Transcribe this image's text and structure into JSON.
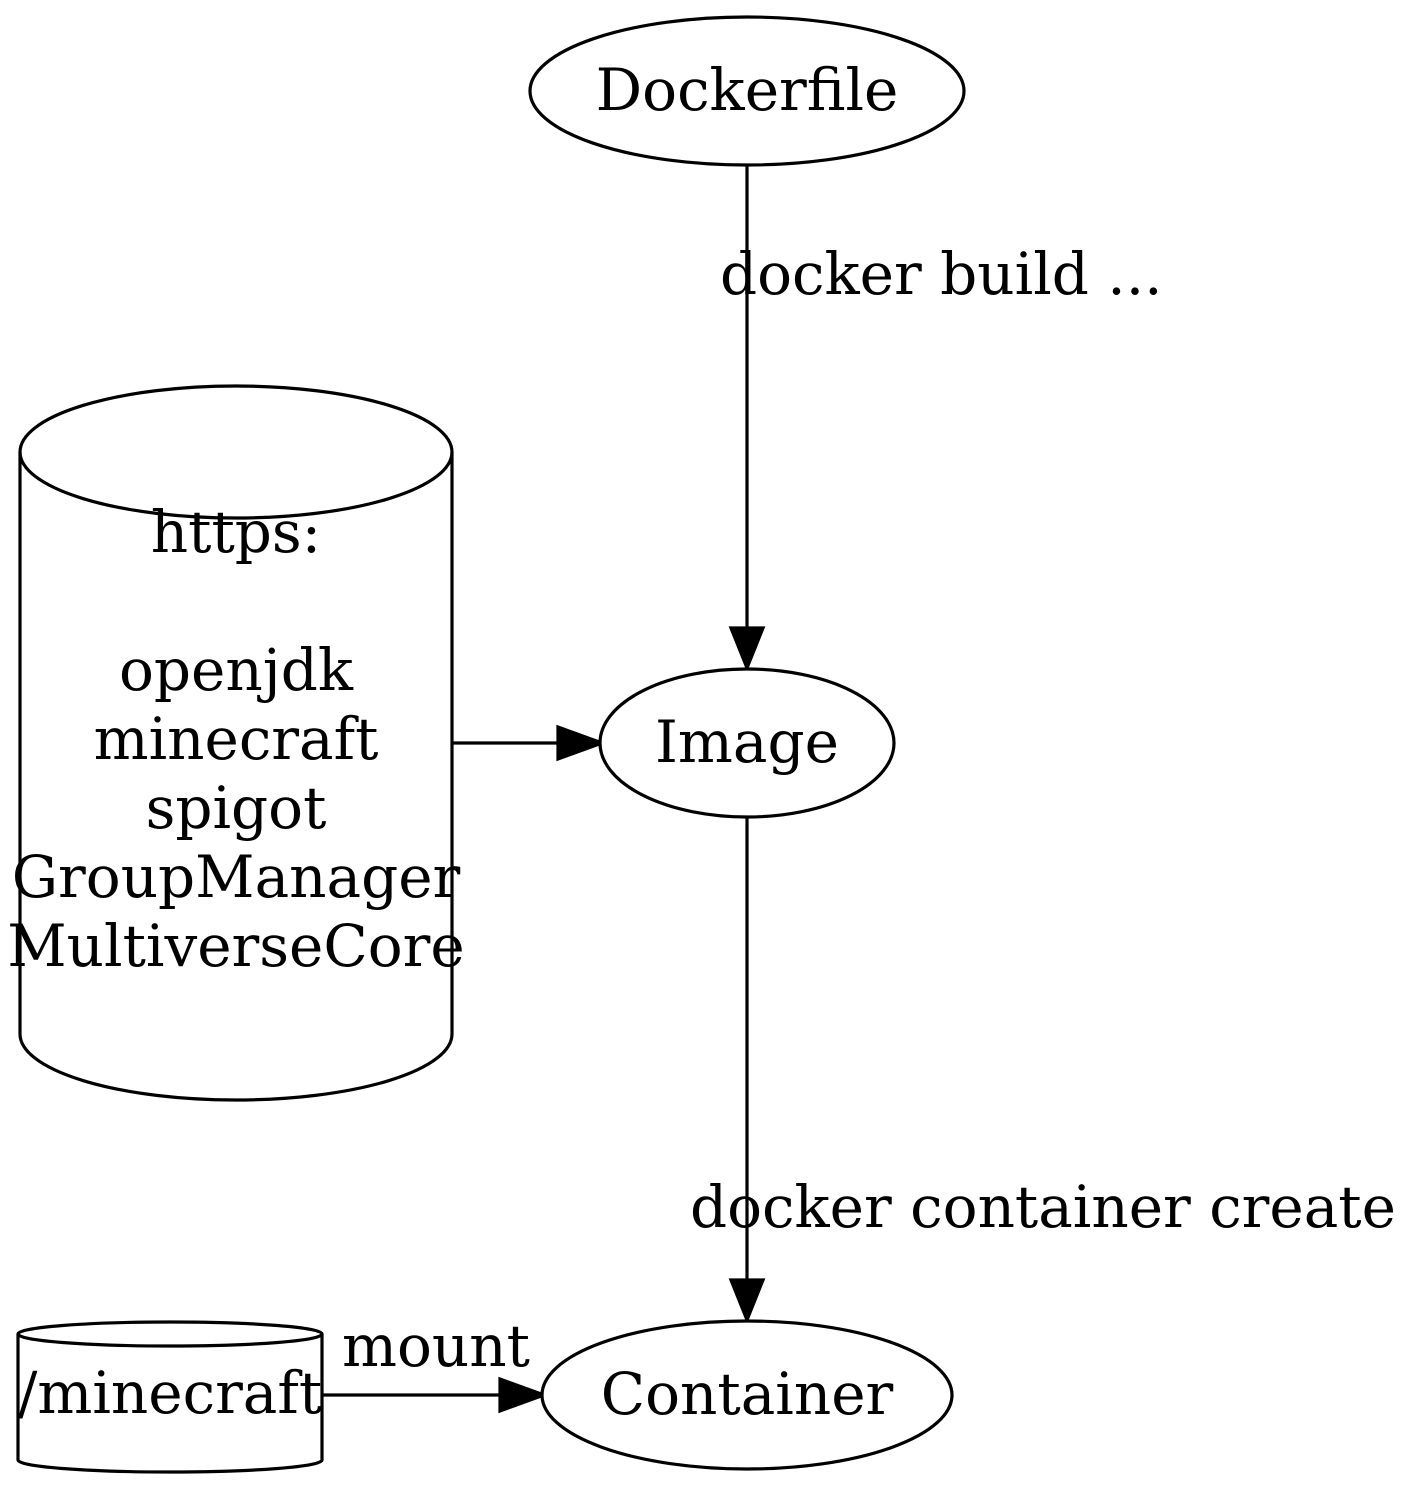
{
  "diagram": {
    "nodes": {
      "dockerfile": {
        "label": "Dockerfile",
        "shape": "ellipse"
      },
      "image": {
        "label": "Image",
        "shape": "ellipse"
      },
      "container": {
        "label": "Container",
        "shape": "ellipse"
      },
      "https_sources": {
        "shape": "cylinder",
        "lines": [
          "https:",
          "",
          "openjdk",
          "minecraft",
          "spigot",
          "GroupManager",
          "MultiverseCore"
        ]
      },
      "minecraft_volume": {
        "label": "/minecraft",
        "shape": "cylinder"
      }
    },
    "edges": {
      "build": {
        "from": "Dockerfile",
        "to": "Image",
        "label": "docker build ..."
      },
      "download": {
        "from": "https:",
        "to": "Image",
        "label": ""
      },
      "create": {
        "from": "Image",
        "to": "Container",
        "label": "docker container create ..."
      },
      "mount": {
        "from": "/minecraft",
        "to": "Container",
        "label": "mount"
      }
    }
  }
}
